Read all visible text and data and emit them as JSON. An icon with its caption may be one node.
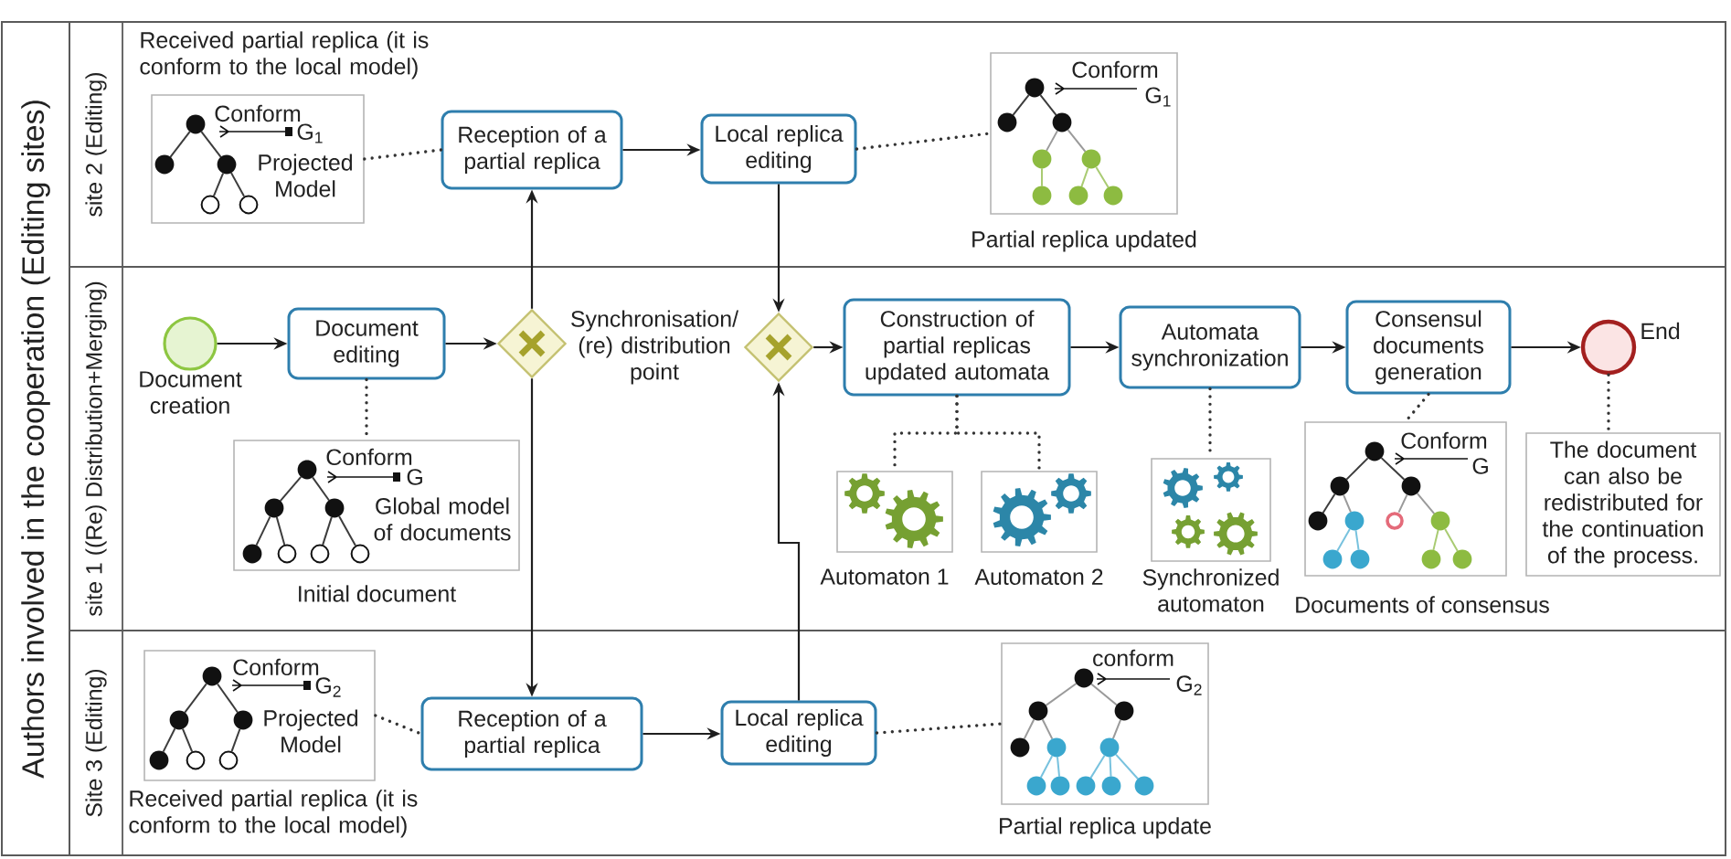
{
  "diagram": {
    "nodes": [
      {
        "text": [
          "Authors involved in the cooperation (Editing sites)"
        ]
      },
      {
        "text": [
          "site 2 (Editing)"
        ],
        "in": 0
      },
      {
        "text": [
          "site 1 ((Re) Distribution+Merging)"
        ],
        "in": 0
      },
      {
        "text": [
          "Site 3 (Editing)"
        ],
        "in": 0
      },
      {
        "text": [
          "Conform",
          "G$_{1}$",
          "Projected Model"
        ],
        "beside": [
          "Received partial replica (it is conform to the local model)"
        ],
        "in": 1
      },
      {
        "text": [
          "Reception of a partial replica"
        ],
        "in": 1
      },
      {
        "text": [
          "Local replica editing"
        ],
        "in": 1
      },
      {
        "text": [
          "Conform",
          "G$_{1}$"
        ],
        "beside": [
          "Partial replica updated"
        ],
        "in": 1
      },
      {
        "text": [
          "Document creation"
        ],
        "in": 2
      },
      {
        "text": [
          "Document editing"
        ],
        "in": 2
      },
      {
        "text": [],
        "shape": "diamond",
        "in": 2
      },
      {
        "text": [],
        "shape": "diamond",
        "in": 2
      },
      {
        "text": [
          "Construction of partial replicas updated automata"
        ],
        "in": 2
      },
      {
        "text": [
          "Automata synchronization"
        ],
        "in": 2
      },
      {
        "text": [
          "Consensul documents generation"
        ],
        "in": 2
      },
      {
        "text": [
          "End"
        ],
        "in": 2
      },
      {
        "text": [
          "Conform",
          "G",
          "Global model of documents"
        ],
        "beside": [
          "Initial document"
        ],
        "in": 2
      },
      {
        "text": [],
        "shape": "picture",
        "beside": [
          "Automaton 1"
        ],
        "in": 2
      },
      {
        "text": [],
        "shape": "picture",
        "beside": [
          "Automaton 2"
        ],
        "in": 2
      },
      {
        "text": [],
        "shape": "picture",
        "beside": [
          "Synchronized automaton"
        ],
        "in": 2
      },
      {
        "text": [
          "Conform",
          "G"
        ],
        "beside": [
          "Documents of consensus"
        ],
        "in": 2
      },
      {
        "text": [
          "The document can also be redistributed for the continuation of the process."
        ],
        "in": 2
      },
      {
        "text": [
          "Conform",
          "G$_{2}$",
          "Projected Model"
        ],
        "beside": [
          "Received partial replica (it is conform to the local model)"
        ],
        "in": 3
      },
      {
        "text": [
          "Reception of a partial replica"
        ],
        "in": 3
      },
      {
        "text": [
          "Local replica editing"
        ],
        "in": 3
      },
      {
        "text": [
          "conform",
          "G$_{2}$"
        ],
        "beside": [
          "Partial replica update"
        ],
        "in": 3
      }
    ],
    "edges": [
      {
        "from": 4,
        "to": 5,
        "arrow": "none",
        "style": "dashed"
      },
      {
        "from": 5,
        "to": 6,
        "arrow": "to"
      },
      {
        "from": 6,
        "to": 7,
        "arrow": "none",
        "style": "dashed"
      },
      {
        "from": 8,
        "to": 9,
        "arrow": "to"
      },
      {
        "from": 9,
        "to": 10,
        "arrow": "to"
      },
      {
        "from": 10,
        "to": 5,
        "arrow": "to"
      },
      {
        "from": 10,
        "to": 23,
        "arrow": "to"
      },
      {
        "from": 6,
        "to": 11,
        "arrow": "to"
      },
      {
        "from": 24,
        "to": 11,
        "arrow": "to"
      },
      {
        "from": 11,
        "to": 12,
        "arrow": "to"
      },
      {
        "from": 12,
        "to": 13,
        "arrow": "to"
      },
      {
        "from": 13,
        "to": 14,
        "arrow": "to"
      },
      {
        "from": 14,
        "to": 15,
        "arrow": "to"
      },
      {
        "from": 9,
        "to": 16,
        "arrow": "none",
        "style": "dashed"
      },
      {
        "from": 12,
        "to": 17,
        "arrow": "none",
        "style": "dashed"
      },
      {
        "from": 12,
        "to": 18,
        "arrow": "none",
        "style": "dashed"
      },
      {
        "from": 13,
        "to": 19,
        "arrow": "none",
        "style": "dashed"
      },
      {
        "from": 14,
        "to": 20,
        "arrow": "none",
        "style": "dashed"
      },
      {
        "from": 15,
        "to": 21,
        "arrow": "none",
        "style": "dashed"
      },
      {
        "from": 22,
        "to": 23,
        "arrow": "none",
        "style": "dashed"
      },
      {
        "from": 23,
        "to": 24,
        "arrow": "to"
      },
      {
        "from": 24,
        "to": 25,
        "arrow": "none",
        "style": "dashed"
      }
    ],
    "labels": [
      "Synchronisation/ (re) distribution point"
    ]
  }
}
